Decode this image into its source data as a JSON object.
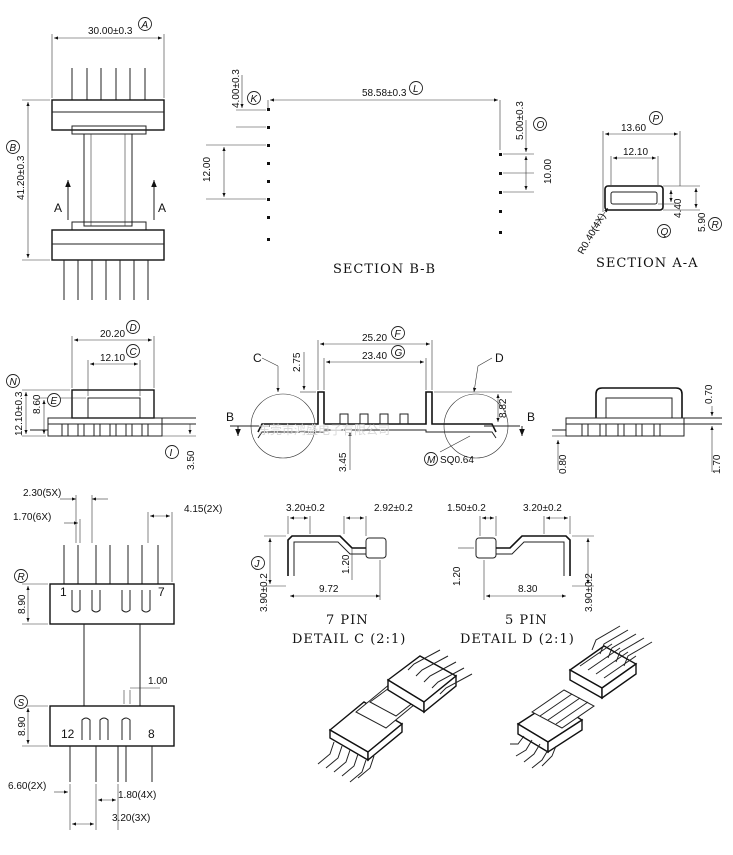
{
  "dimensions": {
    "width_30": "30.00±0.3",
    "height_41": "41.20±0.3",
    "span_58": "58.58±0.3",
    "k_400": "4.00±0.3",
    "o_500": "5.00±0.3",
    "b_1200": "12.00",
    "b_1000": "10.00",
    "a_1360": "13.60",
    "a_1210": "12.10",
    "a_r040": "R0.40(4X)",
    "a_440": "4.40",
    "a_590": "5.90",
    "f_2020": "20.20",
    "f_1210": "12.10",
    "f_1210h": "12.10±0.3",
    "f_860": "8.60",
    "f_350": "3.50",
    "s_2520": "25.20",
    "s_2340": "23.40",
    "s_275": "2.75",
    "s_882": "8.82",
    "s_345": "3.45",
    "s_sq": "SQ0.64",
    "r_070": "0.70",
    "r_080": "0.80",
    "r_170": "1.70",
    "p_230": "2.30(5X)",
    "p_170": "1.70(6X)",
    "p_415": "4.15(2X)",
    "p_890a": "8.90",
    "p_890b": "8.90",
    "p_100": "1.00",
    "p_660": "6.60(2X)",
    "p_180": "1.80(4X)",
    "p_320": "3.20(3X)",
    "c_320": "3.20±0.2",
    "c_292": "2.92±0.2",
    "c_120": "1.20",
    "c_390": "3.90±0.2",
    "c_972": "9.72",
    "d_150": "1.50±0.2",
    "d_320": "3.20±0.2",
    "d_120": "1.20",
    "d_830": "8.30",
    "d_390": "3.90±0.2"
  },
  "labels": {
    "A": "A",
    "B": "B",
    "C": "C",
    "D": "D",
    "E": "E",
    "F": "F",
    "G": "G",
    "I": "I",
    "J": "J",
    "K": "K",
    "L": "L",
    "M": "M",
    "N": "N",
    "O": "O",
    "P": "P",
    "Q": "Q",
    "R": "R",
    "S": "S",
    "arrow_A": "A",
    "arrow_B": "B",
    "callout_C": "C",
    "callout_D": "D"
  },
  "captions": {
    "section_bb": "SECTION B-B",
    "section_aa": "SECTION A-A",
    "pin7": "7 PIN",
    "detail_c": "DETAIL C (2:1)",
    "pin5": "5 PIN",
    "detail_d": "DETAIL D (2:1)"
  },
  "pins": {
    "p1": "1",
    "p7": "7",
    "p12": "12",
    "p8": "8"
  },
  "watermark": "东莞市鸿盛电子有限公司"
}
